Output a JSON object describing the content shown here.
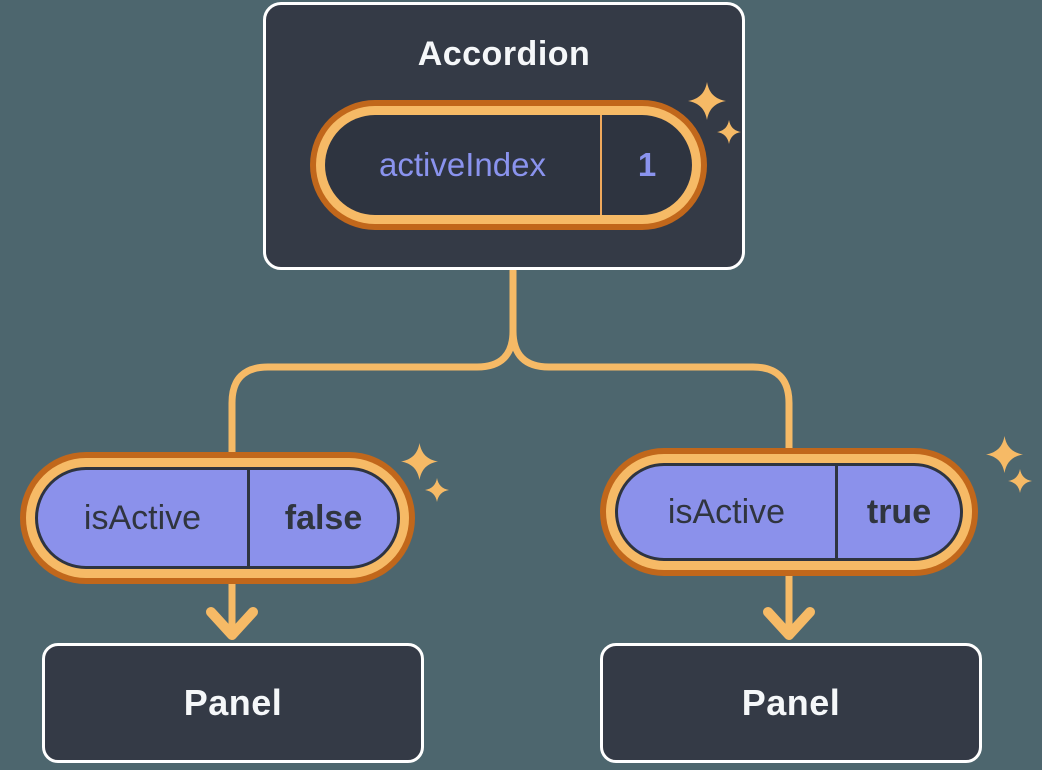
{
  "diagram": {
    "description": "React component tree showing state lifted up to a parent Accordion and passed down as props",
    "colors": {
      "background": "#4D666E",
      "card_fill": "#343A46",
      "card_border": "#FFFFFF",
      "connector_orange": "#F6BA66",
      "ring_dark_orange": "#C1671B",
      "ring_light_orange": "#F6BA66",
      "pill_purple": "#8B91EB",
      "purple_text": "#8A93EE",
      "dark_text": "#30353F",
      "title_text": "#F5F7F9"
    },
    "root": {
      "title": "Accordion",
      "state_pill": {
        "label": "activeIndex",
        "value": "1"
      }
    },
    "children": [
      {
        "prop_pill": {
          "label": "isActive",
          "value": "false"
        },
        "panel": {
          "title": "Panel"
        }
      },
      {
        "prop_pill": {
          "label": "isActive",
          "value": "true"
        },
        "panel": {
          "title": "Panel"
        }
      }
    ],
    "icons": [
      {
        "name": "sparkle-icon",
        "meaning": "highlight / state glow decoration"
      }
    ]
  }
}
